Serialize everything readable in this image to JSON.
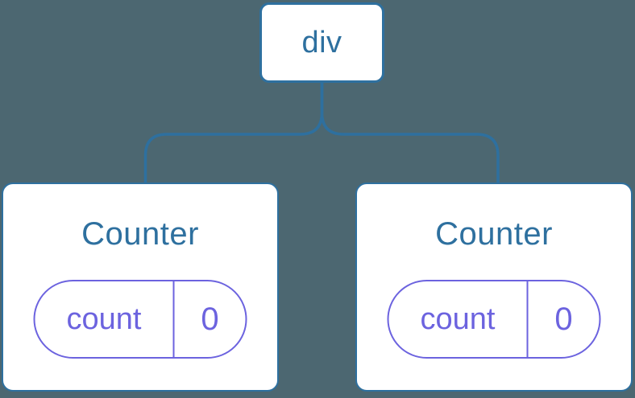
{
  "colors": {
    "background": "#4C6771",
    "node_blue": "#2E709F",
    "state_purple": "#6C63DF",
    "card_white": "#FFFFFF"
  },
  "tree": {
    "root": {
      "label": "div"
    },
    "children": [
      {
        "title": "Counter",
        "state": [
          {
            "name": "count",
            "value": "0"
          }
        ]
      },
      {
        "title": "Counter",
        "state": [
          {
            "name": "count",
            "value": "0"
          }
        ]
      }
    ]
  }
}
